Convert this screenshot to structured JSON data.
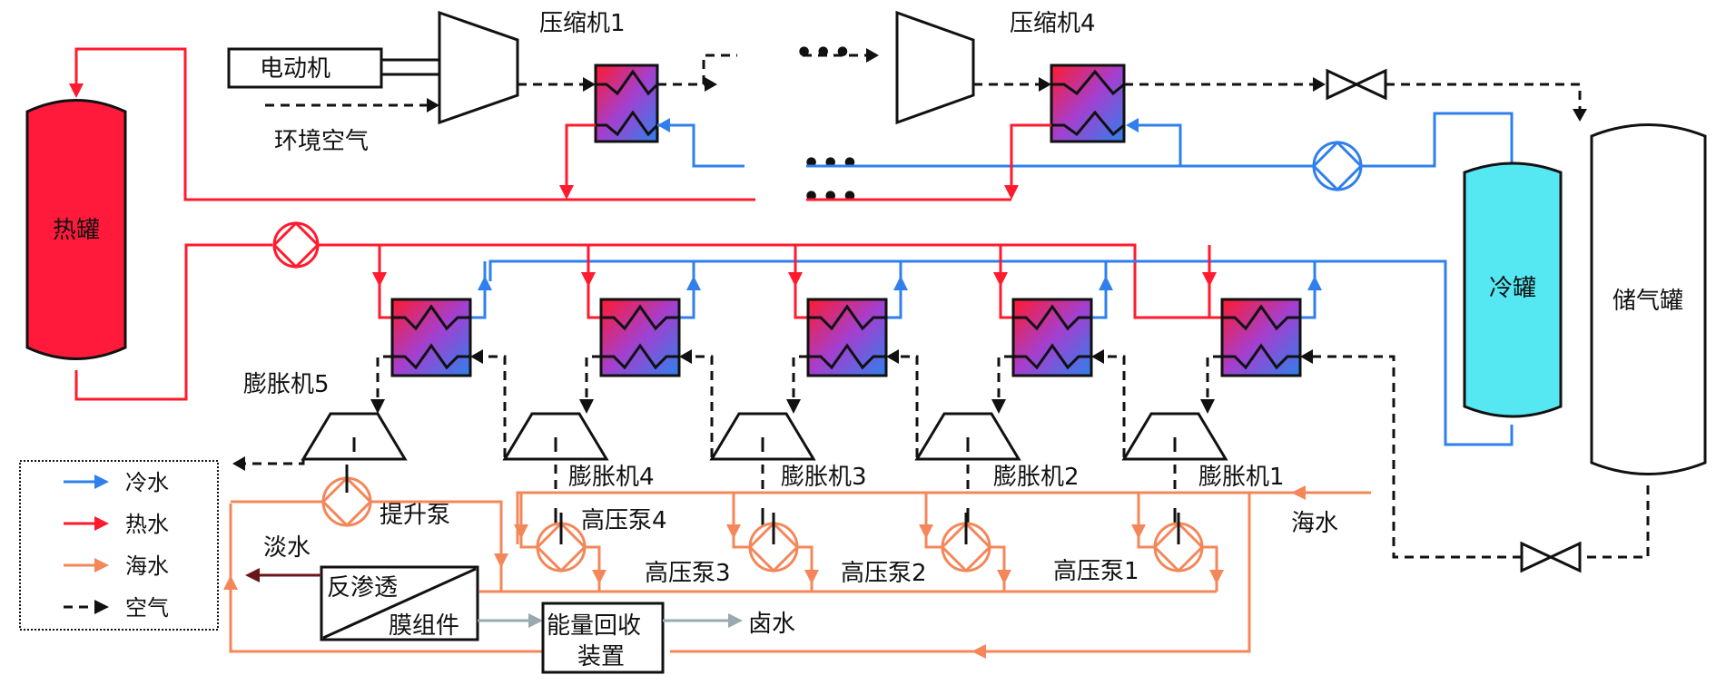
{
  "title": "CAES coupled reverse-osmosis desalination system",
  "colors": {
    "cold_water": "#2f80ec",
    "hot_water": "#ff1a2e",
    "sea_water": "#f4875a",
    "air": "#111111",
    "hot_tank_fill": "#ff1a3c",
    "cold_tank_fill": "#55e8f2",
    "heat_exchanger_gradient": [
      "#ff1a2e",
      "#9b3fd6",
      "#2f80ec"
    ],
    "brine": "#97aab0",
    "fresh_water": "#6b1518"
  },
  "components": {
    "motor": "电动机",
    "ambient_air": "环境空气",
    "compressor_1": "压缩机1",
    "compressor_4": "压缩机4",
    "hot_tank": "热罐",
    "cold_tank": "冷罐",
    "air_storage_tank": "储气罐",
    "expander_5": "膨胀机5",
    "expander_4": "膨胀机4",
    "expander_3": "膨胀机3",
    "expander_2": "膨胀机2",
    "expander_1": "膨胀机1",
    "lift_pump": "提升泵",
    "hp_pump_4": "高压泵4",
    "hp_pump_3": "高压泵3",
    "hp_pump_2": "高压泵2",
    "hp_pump_1": "高压泵1",
    "sea_water_in": "海水",
    "fresh_water_out": "淡水",
    "ro_line1": "反渗透",
    "ro_line2": "膜组件",
    "erd_line1": "能量回收",
    "erd_line2": "装置",
    "brine_out": "卤水",
    "ellipsis": "•••"
  },
  "legend": {
    "items": [
      {
        "label": "冷水",
        "type": "cold_water"
      },
      {
        "label": "热水",
        "type": "hot_water"
      },
      {
        "label": "海水",
        "type": "sea_water"
      },
      {
        "label": "空气",
        "type": "air"
      }
    ]
  }
}
